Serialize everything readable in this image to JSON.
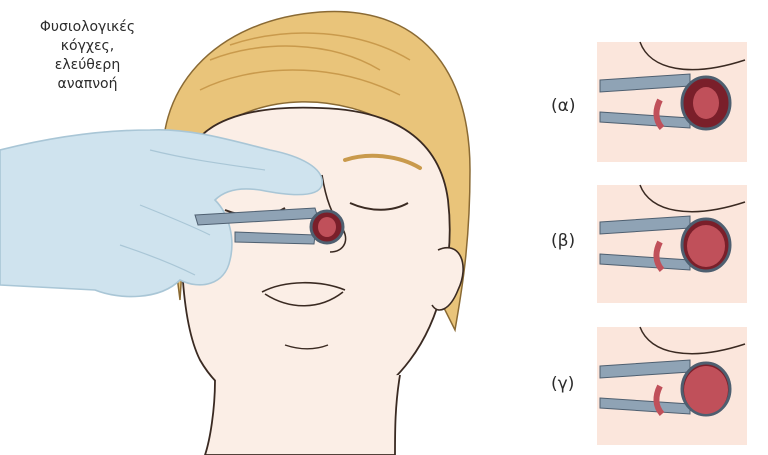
{
  "caption": "Φυσιολογικές\nκόγχες,\nελεύθερη\nαναπνοή",
  "panels": [
    {
      "label": "(α)"
    },
    {
      "label": "(β)"
    },
    {
      "label": "(γ)"
    }
  ],
  "colors": {
    "hair": "#e9c47a",
    "hair_shadow": "#c99a4c",
    "skin": "#fbeee6",
    "skin_line": "#3a2a22",
    "glove": "#cfe3ee",
    "glove_line": "#a9c6d6",
    "mucosa": "#c0505a",
    "mucosa_dark": "#7a1f2a",
    "speculum": "#8fa3b5",
    "panel_bg": "#fbe6dc"
  }
}
